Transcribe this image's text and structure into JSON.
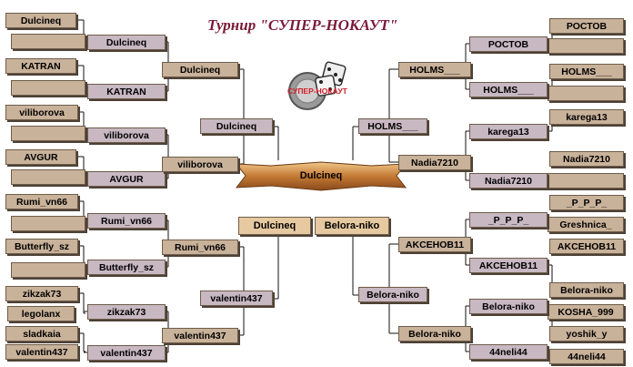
{
  "title": "Турнир \"СУПЕР-НОКАУТ\"",
  "logo_text": "СУПЕР-НОКАУТ",
  "champion": "Dulcineq",
  "finalists": {
    "left": "Dulcineq",
    "right": "Belora-niko"
  },
  "left": {
    "r1": [
      "Dulcineq",
      "",
      "KATRAN",
      "",
      "viliborova",
      "",
      "AVGUR",
      "",
      "Rumi_vn66",
      "",
      "Butterfly_sz",
      "",
      "zikzak73",
      "legolanx",
      "sladkaia",
      "valentin437"
    ],
    "r2": [
      "Dulcineq",
      "KATRAN",
      "viliborova",
      "AVGUR",
      "Rumi_vn66",
      "Butterfly_sz",
      "zikzak73",
      "valentin437"
    ],
    "r3": [
      "Dulcineq",
      "viliborova",
      "Rumi_vn66",
      "valentin437"
    ],
    "r4": [
      "Dulcineq",
      "valentin437"
    ]
  },
  "right": {
    "r1": [
      "РОСТОВ",
      "",
      "HOLMS___",
      "",
      "karega13",
      "Nadia7210",
      "",
      "_P_P_P_",
      "Greshnica_",
      "AKCEHOB11",
      "Belora-niko",
      "KOSHA_999",
      "yoshik_y",
      "44neli44"
    ],
    "r2": [
      "РОСТОВ",
      "HOLMS___",
      "karega13",
      "Nadia7210",
      "_P_P_P_",
      "AKCEHOB11",
      "Belora-niko",
      "44neli44"
    ],
    "r3": [
      "HOLMS___",
      "Nadia7210",
      "AKCEHOB11",
      "Belora-niko"
    ],
    "r4": [
      "HOLMS___",
      "Belora-niko"
    ]
  }
}
